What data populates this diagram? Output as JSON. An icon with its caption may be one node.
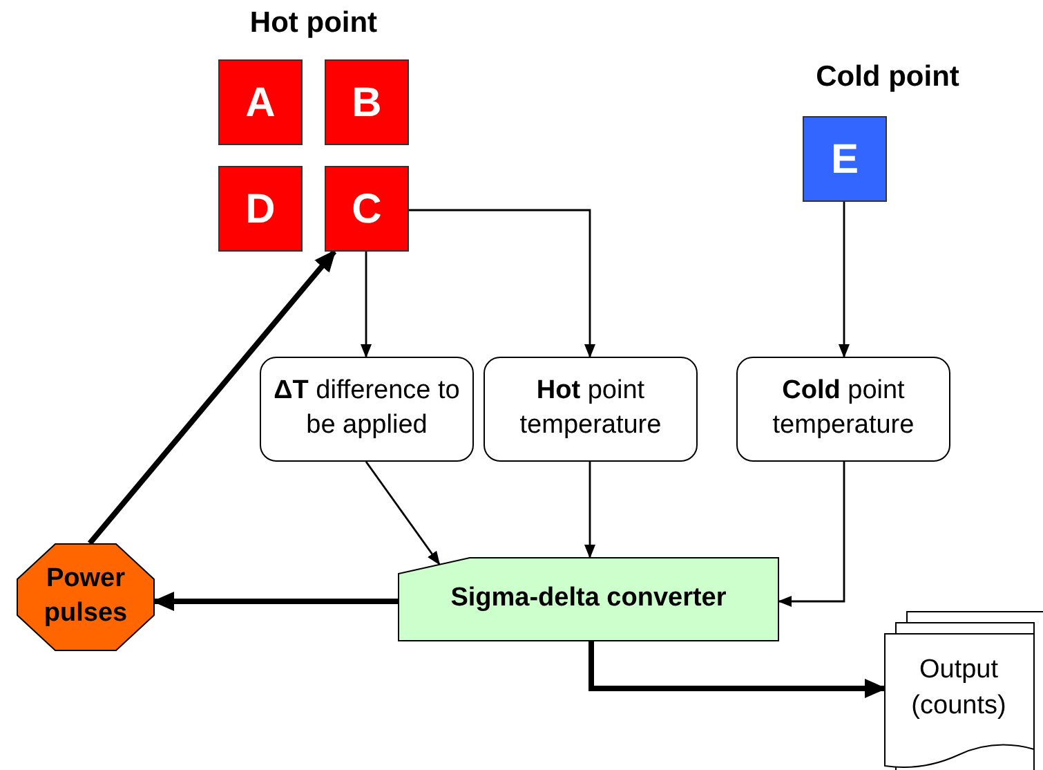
{
  "diagram": {
    "nodes": [
      {
        "text": [
          "A"
        ]
      },
      {
        "text": [
          "B"
        ]
      },
      {
        "text": [
          "D"
        ]
      },
      {
        "text": [
          "C"
        ]
      },
      {
        "text": [
          "E"
        ]
      },
      {
        "text": [
          "**ΔT** difference to be applied"
        ]
      },
      {
        "text": [
          "**Hot** point temperature"
        ]
      },
      {
        "text": [
          "**Cold** point temperature"
        ]
      },
      {
        "text": [
          "Sigma-delta converter"
        ]
      },
      {
        "text": [
          "Power pulses"
        ]
      },
      {
        "text": [
          "Output (counts)"
        ]
      }
    ],
    "edges": [
      {
        "from": 3,
        "to": 5,
        "arrow": "to"
      },
      {
        "from": 3,
        "to": 6,
        "arrow": "to"
      },
      {
        "from": 4,
        "to": 7,
        "arrow": "to"
      },
      {
        "from": 5,
        "to": 8,
        "arrow": "to"
      },
      {
        "from": 6,
        "to": 8,
        "arrow": "to"
      },
      {
        "from": 7,
        "to": 8,
        "arrow": "to"
      },
      {
        "from": 8,
        "to": 9,
        "arrow": "to",
        "style": "thick"
      },
      {
        "from": 9,
        "to": 3,
        "arrow": "to",
        "style": "thick"
      },
      {
        "from": 8,
        "to": 10,
        "arrow": "to",
        "style": "thick"
      }
    ],
    "labels": [
      "Hot point",
      "Cold point"
    ]
  }
}
